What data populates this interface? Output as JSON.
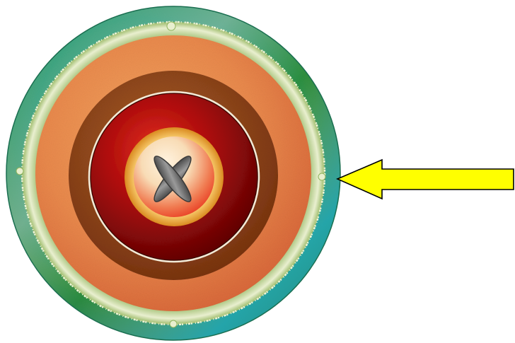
{
  "diagram": {
    "layers": [
      {
        "name": "outer-sheath-layer",
        "colors": [
          "#1f9a6a",
          "#3fb38a",
          "#a9c9c8",
          "#25b0c8",
          "#2f8f3c"
        ]
      },
      {
        "name": "cream-separator-ring",
        "colors": [
          "#e9efcf",
          "#8fb35c"
        ]
      },
      {
        "name": "orange-insulation-layer",
        "colors": [
          "#f3a35e",
          "#e07c43",
          "#d9683a"
        ]
      },
      {
        "name": "brown-shield-ring",
        "colors": [
          "#a85a22",
          "#7a3410"
        ]
      },
      {
        "name": "thin-cream-ring",
        "colors": [
          "#f2ead8"
        ]
      },
      {
        "name": "red-core-layer",
        "colors": [
          "#e02a1a",
          "#b00c0c",
          "#6a0404"
        ]
      },
      {
        "name": "gold-ring",
        "colors": [
          "#f7c96a",
          "#e09a2a"
        ]
      },
      {
        "name": "center-conductor",
        "colors": [
          "#ffe6c8",
          "#f5d8b0",
          "#e8361e"
        ]
      }
    ],
    "center_mark": {
      "name": "cross-mark-icon",
      "color": "#4a4a4a"
    },
    "pointer": {
      "name": "yellow-arrow-icon",
      "fill": "#ffff00",
      "stroke": "#000000",
      "direction": "left",
      "points_to": "outer-sheath-layer"
    }
  }
}
